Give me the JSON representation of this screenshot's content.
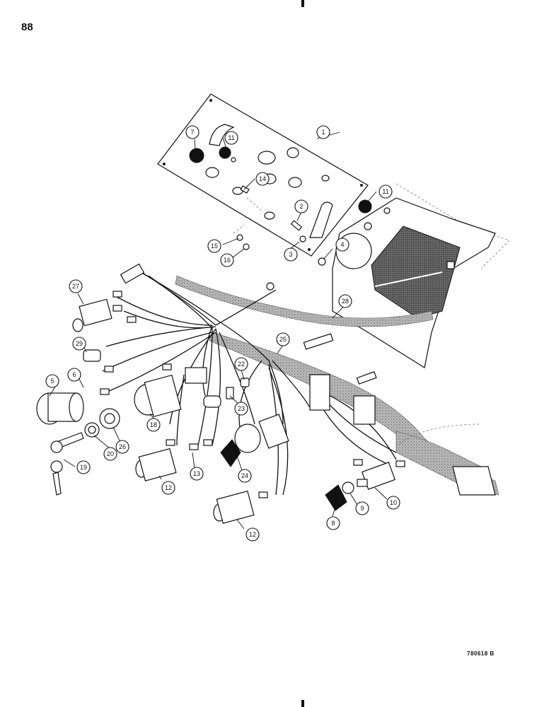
{
  "page": {
    "number": "88",
    "figure_code": "780618 B"
  },
  "callouts": [
    {
      "id": "c1",
      "label": "1"
    },
    {
      "id": "c2",
      "label": "2"
    },
    {
      "id": "c3",
      "label": "3"
    },
    {
      "id": "c4",
      "label": "4"
    },
    {
      "id": "c5",
      "label": "5"
    },
    {
      "id": "c6",
      "label": "6"
    },
    {
      "id": "c7",
      "label": "7"
    },
    {
      "id": "c8",
      "label": "8"
    },
    {
      "id": "c9",
      "label": "9"
    },
    {
      "id": "c10",
      "label": "10"
    },
    {
      "id": "c11a",
      "label": "11"
    },
    {
      "id": "c11b",
      "label": "11"
    },
    {
      "id": "c12a",
      "label": "12"
    },
    {
      "id": "c12b",
      "label": "12"
    },
    {
      "id": "c13",
      "label": "13"
    },
    {
      "id": "c14",
      "label": "14"
    },
    {
      "id": "c15",
      "label": "15"
    },
    {
      "id": "c16",
      "label": "16"
    },
    {
      "id": "c18",
      "label": "18"
    },
    {
      "id": "c19",
      "label": "19"
    },
    {
      "id": "c20",
      "label": "20"
    },
    {
      "id": "c22",
      "label": "22"
    },
    {
      "id": "c23",
      "label": "23"
    },
    {
      "id": "c24",
      "label": "24"
    },
    {
      "id": "c25",
      "label": "25"
    },
    {
      "id": "c26",
      "label": "26"
    },
    {
      "id": "c27",
      "label": "27"
    },
    {
      "id": "c28",
      "label": "28"
    },
    {
      "id": "c29",
      "label": "29"
    }
  ]
}
